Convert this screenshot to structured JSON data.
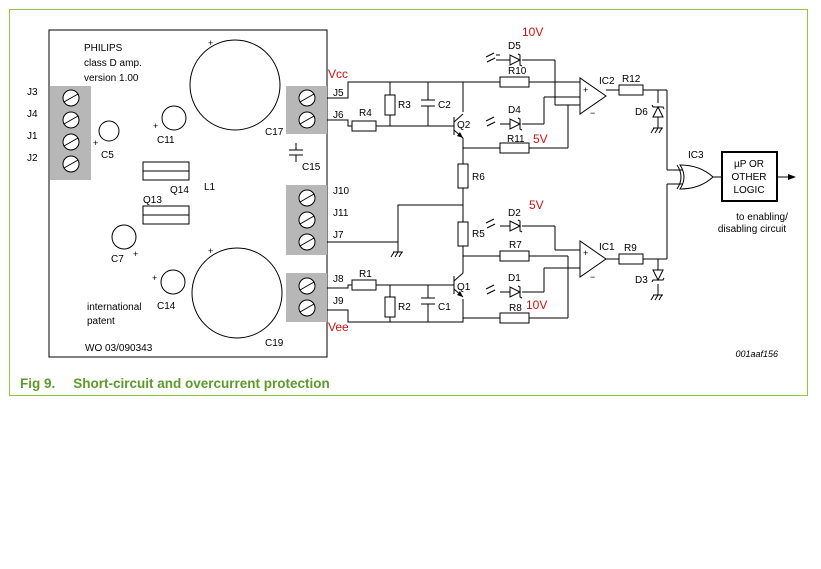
{
  "caption": {
    "number": "Fig 9.",
    "title": "Short-circuit and overcurrent protection"
  },
  "board": {
    "brand": "PHILIPS",
    "product": "class D amp.",
    "version": "version 1.00",
    "patent_line1": "international",
    "patent_line2": "patent",
    "wo_number": "WO 03/090343"
  },
  "board_parts": {
    "left_terminals": [
      "J3",
      "J4",
      "J1",
      "J2"
    ],
    "c5": "C5",
    "c11": "C11",
    "c17": "C17",
    "c15": "C15",
    "q14": "Q14",
    "q13": "Q13",
    "l1": "L1",
    "c7": "C7",
    "c14": "C14",
    "c19": "C19",
    "plus": "+",
    "minus": "−"
  },
  "connectors": {
    "j5": "J5",
    "j6": "J6",
    "j10": "J10",
    "j11": "J11",
    "j7": "J7",
    "j8": "J8",
    "j9": "J9"
  },
  "supply": {
    "vcc": "Vcc",
    "vee": "Vee"
  },
  "components": {
    "r1": "R1",
    "r2": "R2",
    "r3": "R3",
    "r4": "R4",
    "r5": "R5",
    "r6": "R6",
    "r7": "R7",
    "r8": "R8",
    "r9": "R9",
    "r10": "R10",
    "r11": "R11",
    "r12": "R12",
    "c1": "C1",
    "c2": "C2",
    "q1": "Q1",
    "q2": "Q2",
    "d1": "D1",
    "d2": "D2",
    "d3": "D3",
    "d4": "D4",
    "d5": "D5",
    "d6": "D6",
    "ic1": "IC1",
    "ic2": "IC2",
    "ic3": "IC3"
  },
  "voltages": {
    "d5_v": "10V",
    "d4_v": "5V",
    "d2_v": "5V",
    "d1_v": "10V"
  },
  "logic_box": {
    "line1": "µP OR",
    "line2": "OTHER",
    "line3": "LOGIC"
  },
  "output_note": {
    "line1": "to enabling/",
    "line2": "disabling circuit"
  },
  "opamp_signs": {
    "plus": "+",
    "minus": "−"
  },
  "figure_code": "001aaf156",
  "colors": {
    "frame": "#8dc63f",
    "caption": "#5b9b2a",
    "voltage_text": "#cc1111",
    "terminal_block": "#b7b7b7"
  }
}
